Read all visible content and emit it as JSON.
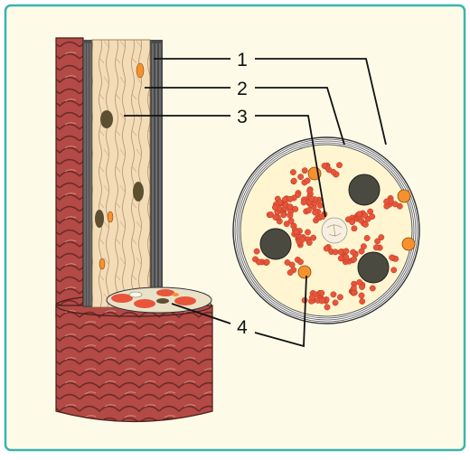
{
  "labels": {
    "l1": "1",
    "l2": "2",
    "l3": "3",
    "l4": "4"
  },
  "colors": {
    "frame_border": "#3bb3ae",
    "frame_fill": "#fdfbe8",
    "muscle": "#b34a45",
    "muscle_dark": "#6e2a28",
    "fascicle_fill": "#f1d7ae",
    "fiber": "#e8553b",
    "vessel": "#f5922e",
    "nerve": "#5a4a3a",
    "sheath": "#555555"
  }
}
